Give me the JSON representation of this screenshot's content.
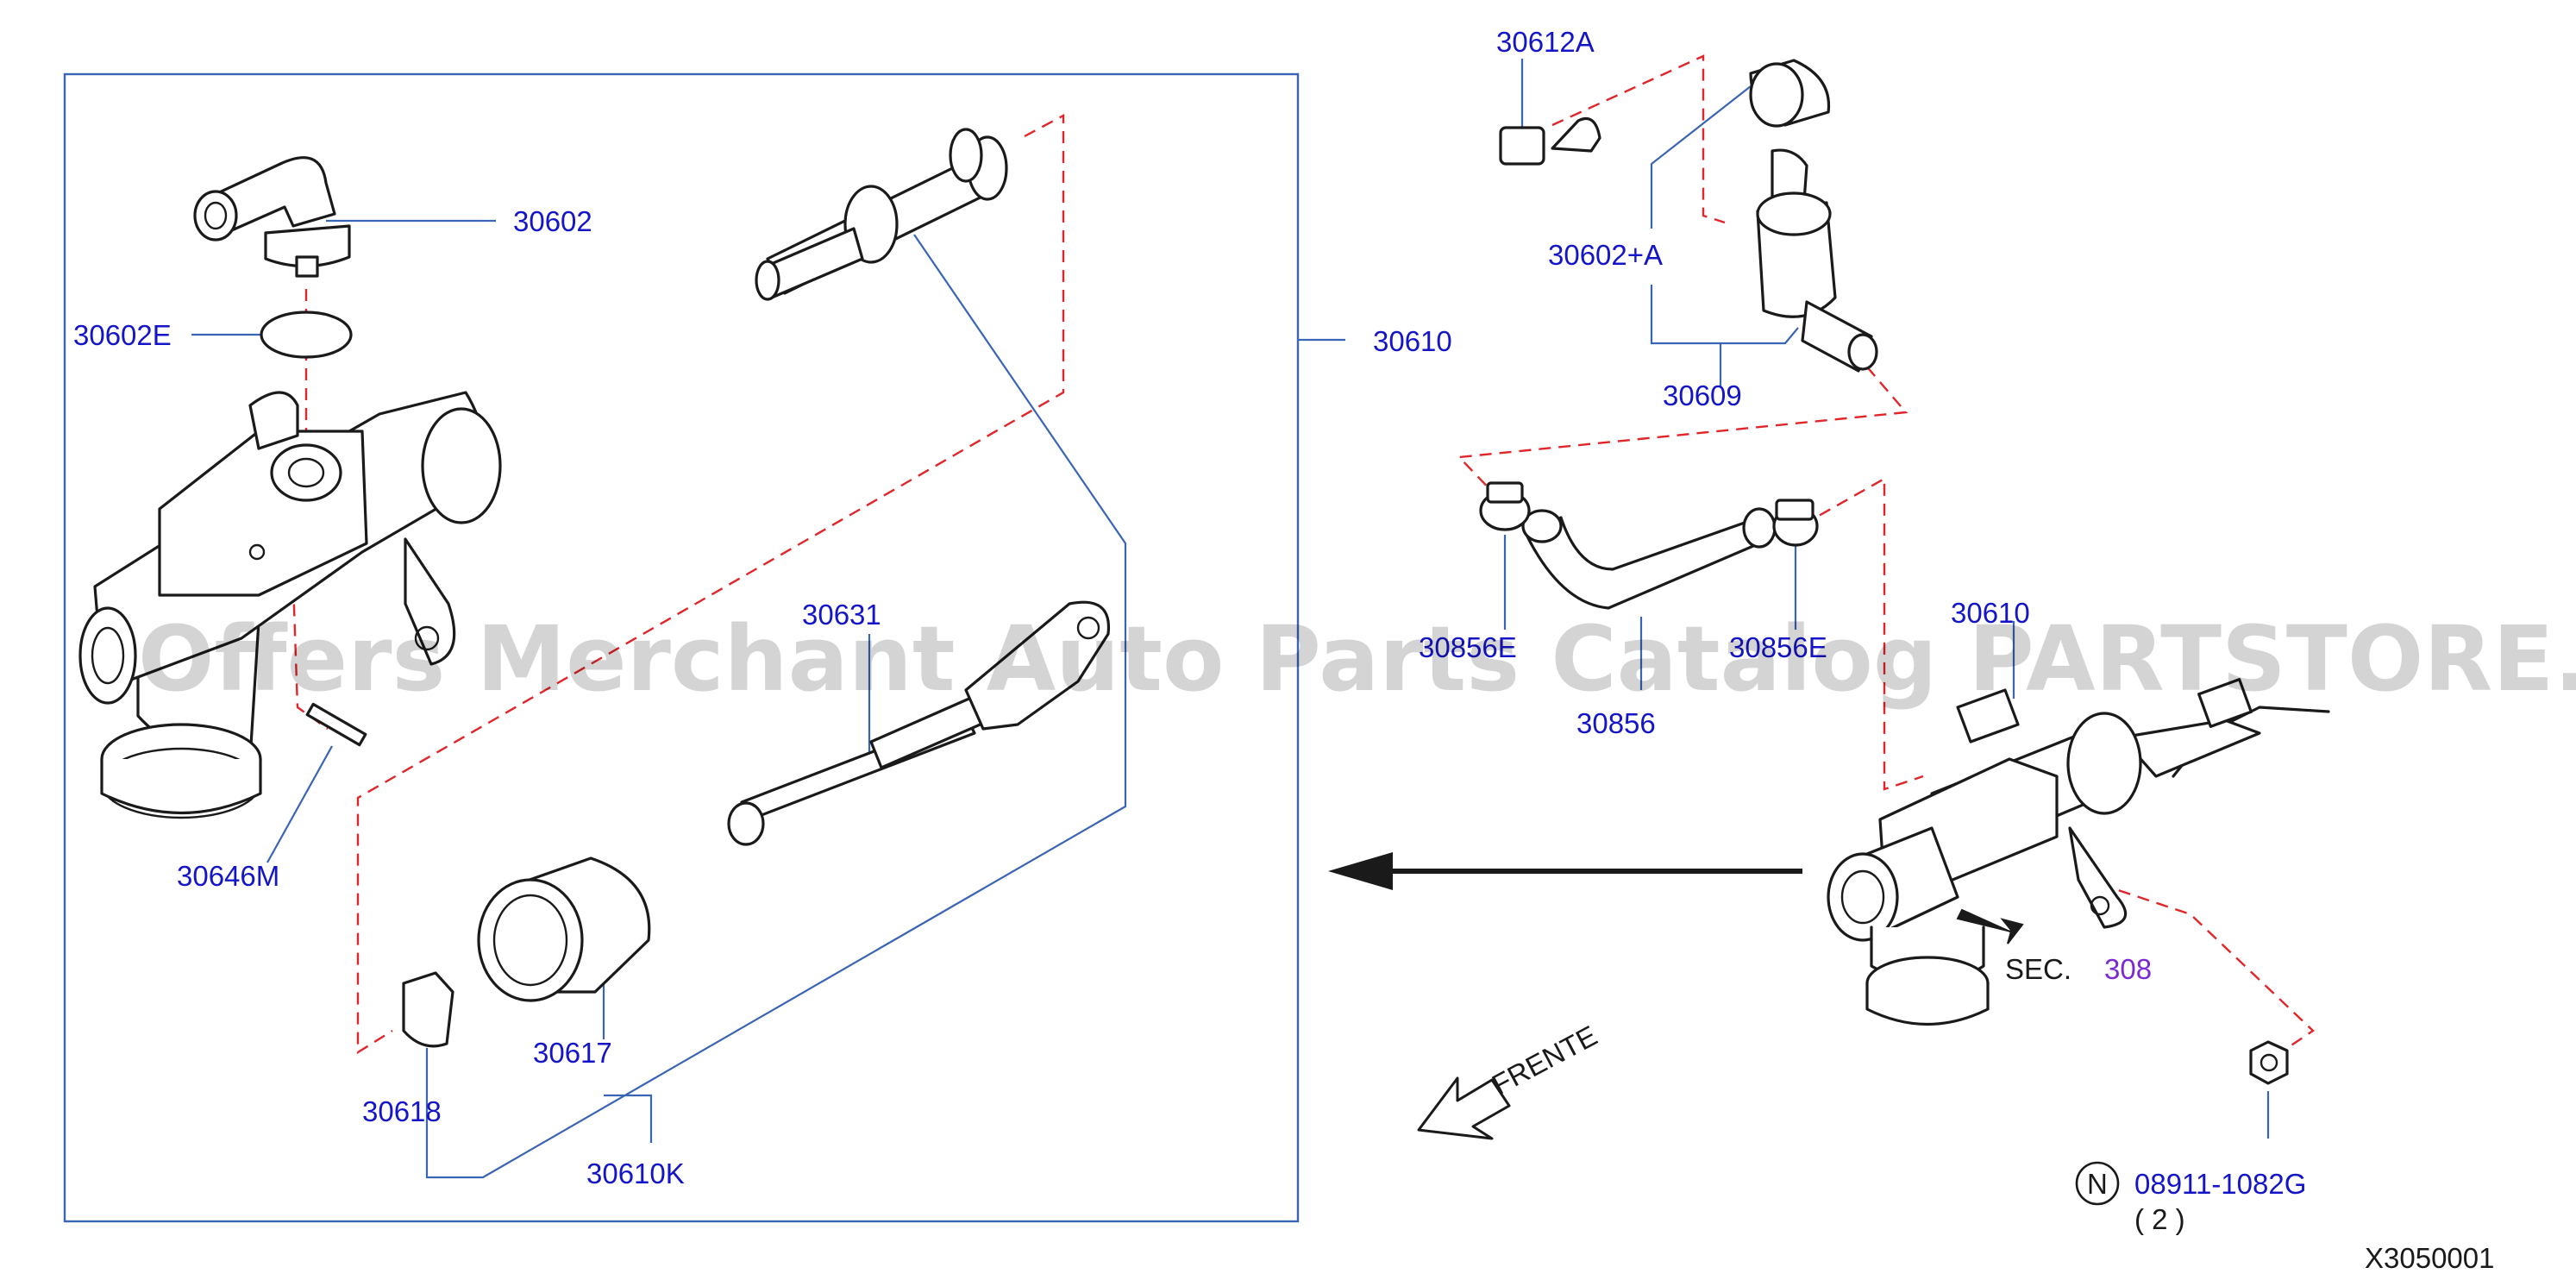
{
  "colors": {
    "label": "#1515c8",
    "leader": "#3a64b4",
    "dash": "#e0262a",
    "line": "#1a1a1a",
    "sec_ref": "#7a2ad0"
  },
  "labels": {
    "p30602": "30602",
    "p30602E": "30602E",
    "p30610_assembly": "30610",
    "p30646M": "30646M",
    "p30631": "30631",
    "p30617": "30617",
    "p30618": "30618",
    "p30610K": "30610K",
    "p30612A": "30612A",
    "p30602A": "30602+A",
    "p30609": "30609",
    "p30856S_left": "30856E",
    "p30856": "30856",
    "p30856E_right": "30856E",
    "p30610_installed": "30610",
    "sec_prefix": "SEC.",
    "sec_number": "308",
    "nut_marker": "N",
    "nut_part": "08911-1082G",
    "nut_qty": "( 2 )",
    "frente": "FRENTE",
    "diagram_code": "X3050001"
  },
  "watermark": "Offers Merchant Auto Parts Catalog PARTSTORE.SA"
}
